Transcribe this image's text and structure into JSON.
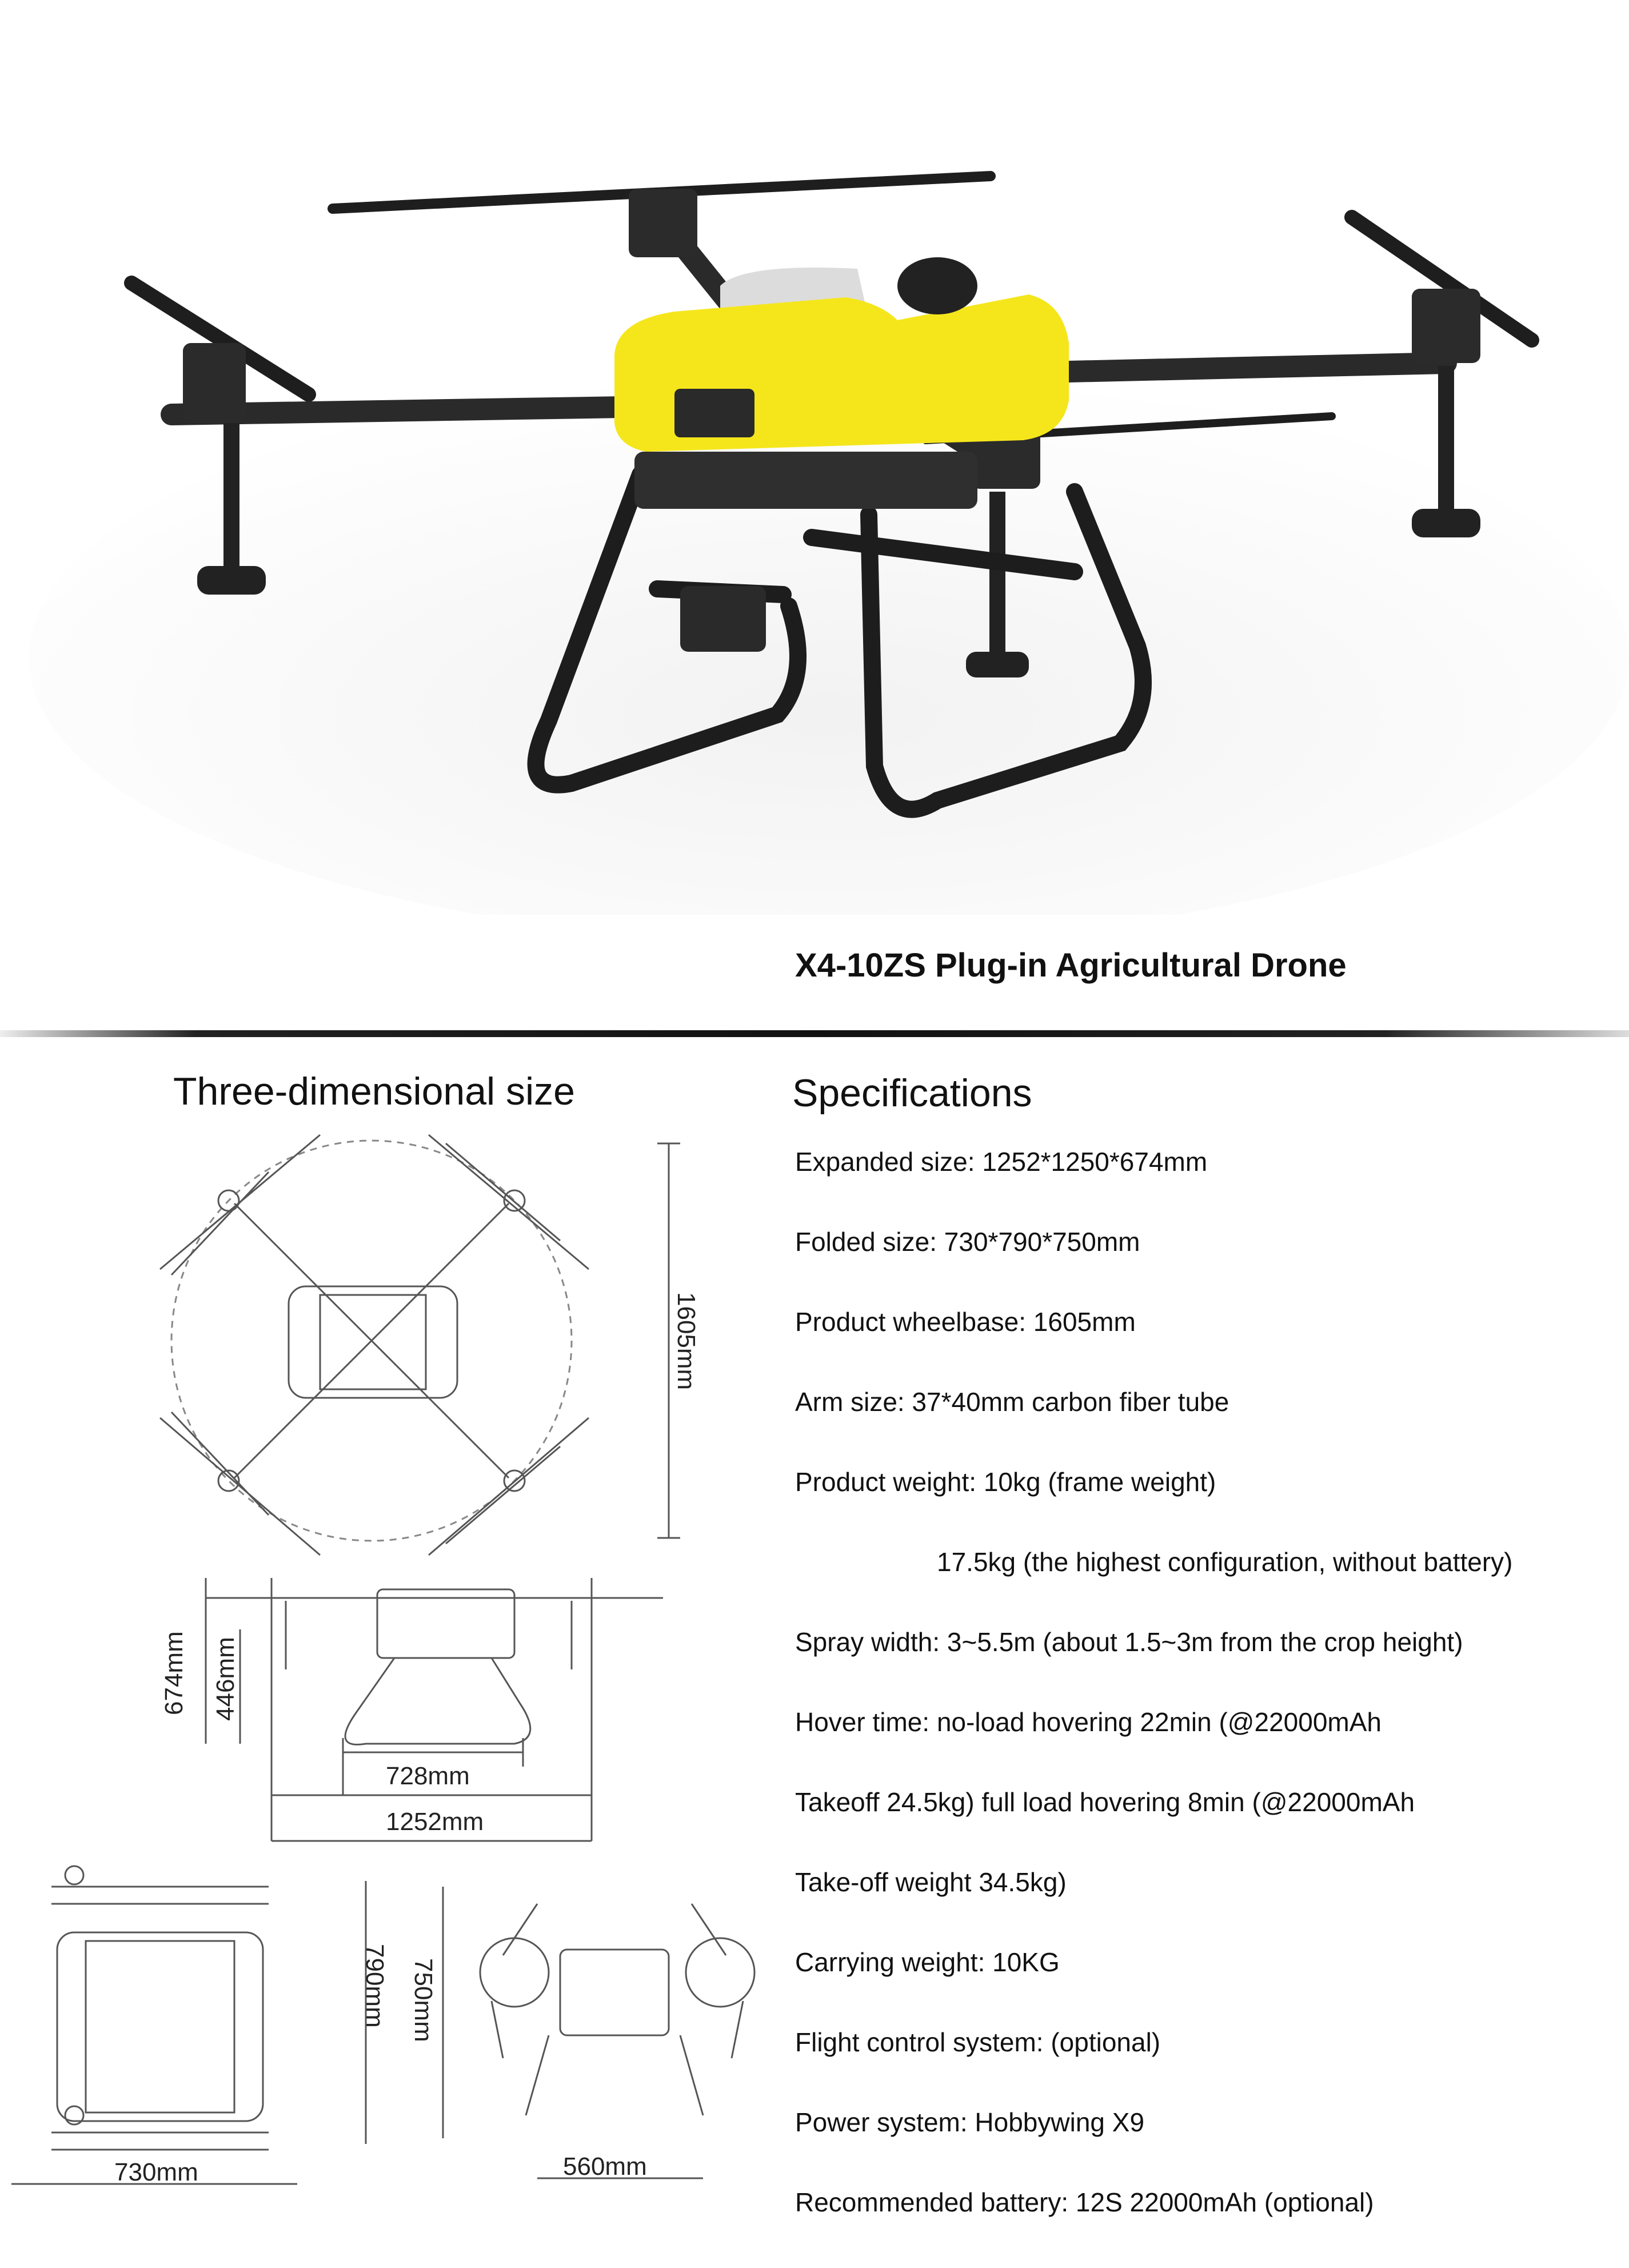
{
  "product_title": "X4-10ZS Plug-in Agricultural Drone",
  "sections": {
    "size_heading": "Three-dimensional size",
    "specs_heading": "Specifications"
  },
  "dimensions": {
    "wheelbase": "1605mm",
    "height_total": "674mm",
    "height_body": "446mm",
    "skid_width": "728mm",
    "expanded_width": "1252mm",
    "folded_length": "790mm",
    "folded_width": "730mm",
    "folded_height": "750mm",
    "folded_front_width": "560mm"
  },
  "specs": [
    "Expanded size: 1252*1250*674mm",
    "Folded size: 730*790*750mm",
    "Product wheelbase: 1605mm",
    "Arm size: 37*40mm carbon fiber tube",
    "Product weight: 10kg (frame weight)",
    "17.5kg (the highest configuration, without battery)",
    "Spray width: 3~5.5m (about 1.5~3m from the crop height)",
    "Hover time: no-load hovering 22min (@22000mAh",
    "Takeoff 24.5kg) full load hovering 8min (@22000mAh",
    "Take-off weight 34.5kg)",
    "Carrying weight: 10KG",
    "Flight control system: (optional)",
    "Power system: Hobbywing X9",
    "Recommended battery: 12S 22000mAh (optional)"
  ],
  "colors": {
    "tank": "#f5e61c",
    "frame": "#2a2a2a",
    "drawing": "#555555"
  }
}
